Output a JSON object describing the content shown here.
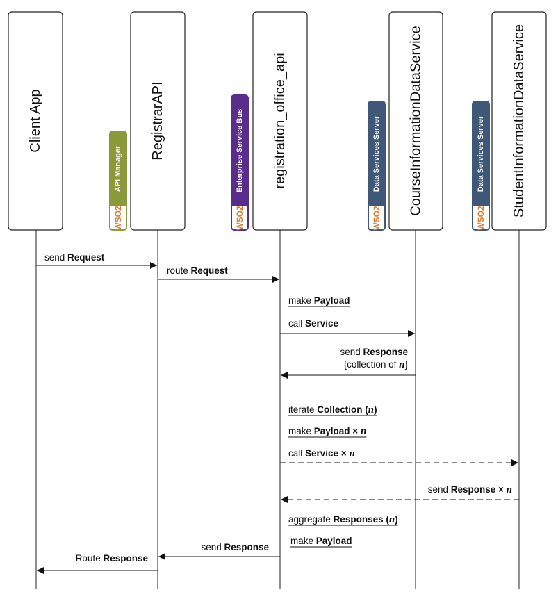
{
  "actors": [
    {
      "id": "client",
      "name": "Client App"
    },
    {
      "id": "registrar",
      "name": "RegistrarAPI",
      "badge": {
        "text": "API Manager",
        "logo": "WSO2",
        "color": "#8a9a3a"
      }
    },
    {
      "id": "regoffice",
      "name": "registration_office_api",
      "badge": {
        "text": "Enterprise Service Bus",
        "logo": "WSO2",
        "color": "#5a2d8c"
      }
    },
    {
      "id": "course",
      "name": "CourseInformationDataService",
      "badge": {
        "text": "Data Services Server",
        "logo": "WSO2",
        "color": "#3f5877"
      }
    },
    {
      "id": "student",
      "name": "StudentInformationDataService",
      "badge": {
        "text": "Data Services Server",
        "logo": "WSO2",
        "color": "#3f5877"
      }
    }
  ],
  "messages": [
    {
      "id": "m1",
      "from": "client",
      "to": "registrar",
      "kind": "solid",
      "parts": [
        {
          "t": "send "
        },
        {
          "t": "Request",
          "b": true
        }
      ]
    },
    {
      "id": "m2",
      "from": "registrar",
      "to": "regoffice",
      "kind": "solid",
      "parts": [
        {
          "t": "route "
        },
        {
          "t": "Request",
          "b": true
        }
      ]
    },
    {
      "id": "m3",
      "on": "regoffice",
      "kind": "self",
      "parts": [
        {
          "t": "make "
        },
        {
          "t": "Payload",
          "b": true
        }
      ]
    },
    {
      "id": "m4",
      "from": "regoffice",
      "to": "course",
      "kind": "solid",
      "parts": [
        {
          "t": "call "
        },
        {
          "t": "Service",
          "b": true
        }
      ]
    },
    {
      "id": "m5",
      "from": "course",
      "to": "regoffice",
      "kind": "solid",
      "parts": [
        {
          "t": "send "
        },
        {
          "t": "Response",
          "b": true
        }
      ],
      "parts2": [
        {
          "t": "{collection of "
        },
        {
          "t": "n",
          "m": true
        },
        {
          "t": "}"
        }
      ]
    },
    {
      "id": "m6",
      "on": "regoffice",
      "kind": "self",
      "parts": [
        {
          "t": "iterate "
        },
        {
          "t": "Collection (",
          "b": true
        },
        {
          "t": "n",
          "m": true
        },
        {
          "t": ")",
          "b": true
        }
      ]
    },
    {
      "id": "m7",
      "on": "regoffice",
      "kind": "self",
      "parts": [
        {
          "t": "make "
        },
        {
          "t": "Payload × ",
          "b": true
        },
        {
          "t": "n",
          "m": true
        }
      ]
    },
    {
      "id": "m8",
      "from": "regoffice",
      "to": "student",
      "kind": "dashed",
      "parts": [
        {
          "t": "call "
        },
        {
          "t": "Service × ",
          "b": true
        },
        {
          "t": "n",
          "m": true
        }
      ]
    },
    {
      "id": "m9",
      "from": "student",
      "to": "regoffice",
      "kind": "dashed",
      "parts": [
        {
          "t": "send "
        },
        {
          "t": "Response × ",
          "b": true
        },
        {
          "t": "n",
          "m": true
        }
      ]
    },
    {
      "id": "m10",
      "on": "regoffice",
      "kind": "self",
      "parts": [
        {
          "t": "aggregate "
        },
        {
          "t": "Responses (",
          "b": true
        },
        {
          "t": "n",
          "m": true
        },
        {
          "t": ")",
          "b": true
        }
      ]
    },
    {
      "id": "m11",
      "on": "regoffice",
      "kind": "self",
      "parts": [
        {
          "t": "make "
        },
        {
          "t": "Payload",
          "b": true
        }
      ]
    },
    {
      "id": "m12",
      "from": "regoffice",
      "to": "registrar",
      "kind": "solid",
      "parts": [
        {
          "t": "send "
        },
        {
          "t": "Response",
          "b": true
        }
      ]
    },
    {
      "id": "m13",
      "from": "registrar",
      "to": "client",
      "kind": "solid",
      "parts": [
        {
          "t": "Route "
        },
        {
          "t": "Response",
          "b": true
        }
      ]
    }
  ]
}
